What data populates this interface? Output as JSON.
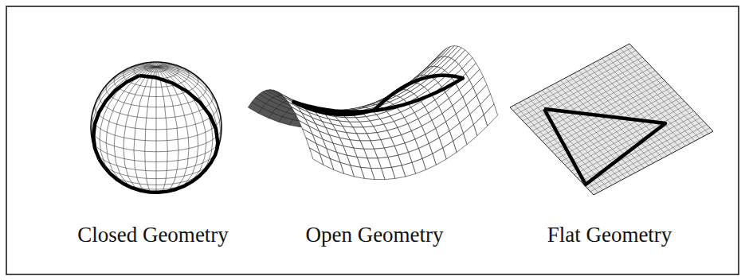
{
  "diagram": {
    "labels": [
      "Closed Geometry",
      "Open Geometry",
      "Flat Geometry"
    ]
  }
}
